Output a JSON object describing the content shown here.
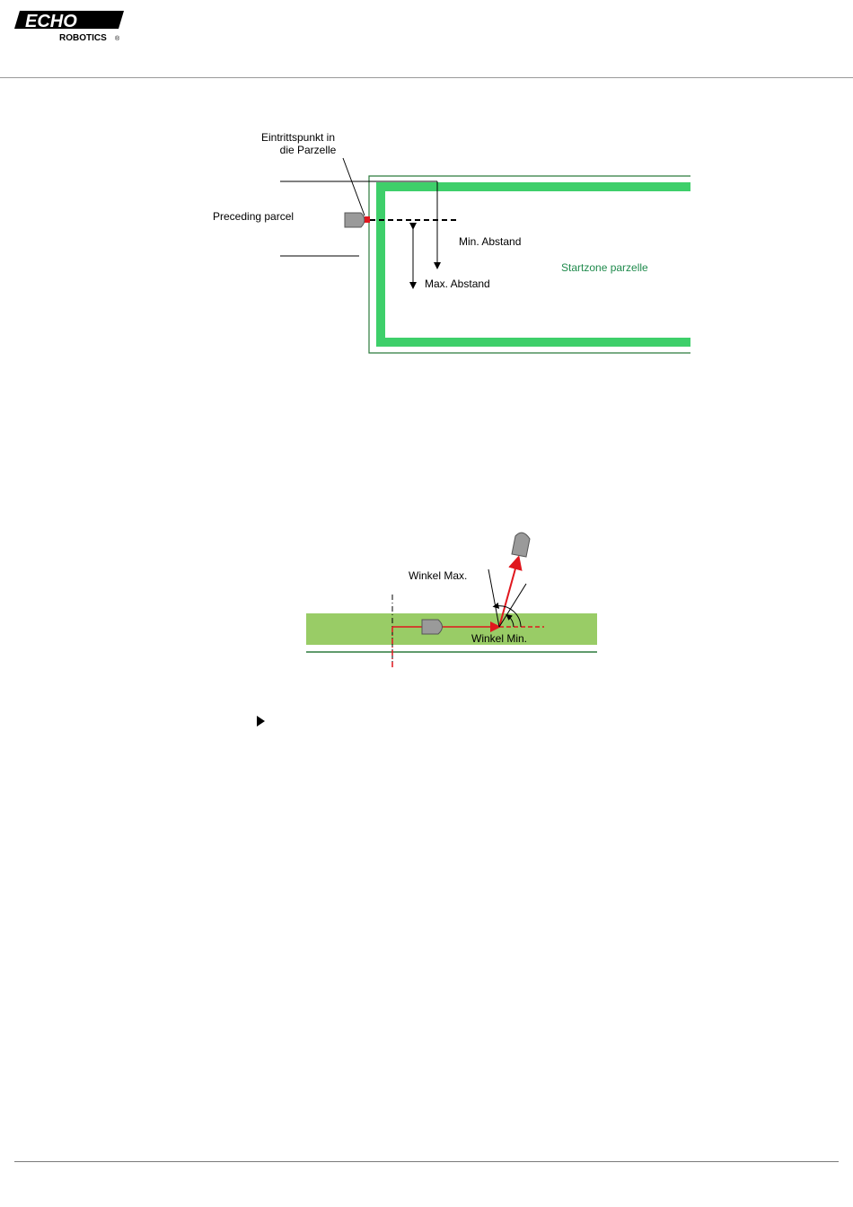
{
  "header": {
    "logo_text": "ECHO",
    "logo_subtext": "ROBOTICS",
    "registered_mark": "®"
  },
  "diagram1": {
    "label_entry_line1": "Eintrittspunkt in",
    "label_entry_line2": "die Parzelle",
    "label_preceding": "Preceding parcel",
    "label_min_distance": "Min. Abstand",
    "label_max_distance": "Max. Abstand",
    "label_start_zone": "Startzone parzelle"
  },
  "diagram2": {
    "label_angle_max": "Winkel Max.",
    "label_angle_min": "Winkel Min."
  },
  "colors": {
    "brand_black": "#000000",
    "zone_green": "#3ecf6a",
    "zone_text_green": "#1f8a4c",
    "grass_green": "#99cc66",
    "boundary_green": "#2b7a3c",
    "path_red": "#e0171e",
    "robot_gray": "#9a9a9a"
  }
}
